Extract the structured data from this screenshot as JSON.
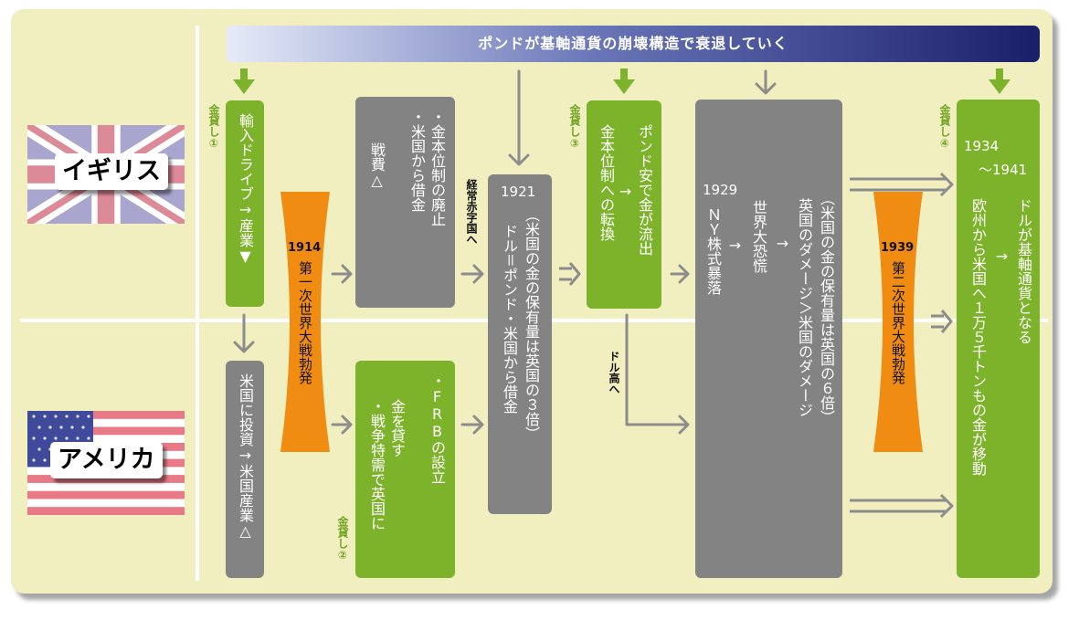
{
  "banner": "ポンドが基軸通貨の崩壊構造で衰退していく",
  "countries": {
    "uk": "イギリス",
    "us": "アメリカ"
  },
  "loans": {
    "l1": "金貸し①",
    "l2": "金貸し②",
    "l3": "金貸し③",
    "l4": "金貸し④"
  },
  "wars": {
    "ww1": {
      "year": "1914",
      "text": "第一次世界大戦勃発"
    },
    "ww2": {
      "year": "1939",
      "text": "第二次世界大戦勃発"
    }
  },
  "notes": {
    "deficit": "経常赤字国へ",
    "dollar_high": "ドル高へ"
  },
  "boxes": {
    "uk_industry": "輸入ドライブ→産業▼",
    "us_industry": "米国に投資→米国産業△",
    "uk_war": {
      "l1": "・金本位制の廃止",
      "l2": "・米国から借金",
      "l3": "戦費△"
    },
    "us_war": {
      "l1": "・FRBの設立",
      "l2": "金を貸す",
      "l3": "・戦争特需で英国に"
    },
    "y1921": {
      "year": "1921",
      "l1": "（米国の金の保有量は英国の３倍）",
      "l2": "ドル＝ポンド・米国から借金"
    },
    "pound": {
      "l1": "ポンド安で金が流出",
      "l2": "→",
      "l3": "金本位制への転換"
    },
    "y1929": {
      "year": "1929",
      "l1": "ＮＹ株式暴落",
      "l2": "→",
      "l3": "世界大恐慌",
      "l4": "→",
      "l5": "英国のダメージ＞米国のダメージ",
      "l6": "（米国の金の保有量は英国の６倍）"
    },
    "final": {
      "year1": "1934",
      "year2": "～1941",
      "l1": "ドルが基軸通貨となる",
      "l2": "→",
      "l3": "欧州から米国へ１万５千トンもの金が移動"
    }
  },
  "colors": {
    "green": "#7db22b",
    "gray": "#838383",
    "orange": "#f08c12",
    "navy": "#1a1f6a",
    "panel": "#f1eec0"
  }
}
